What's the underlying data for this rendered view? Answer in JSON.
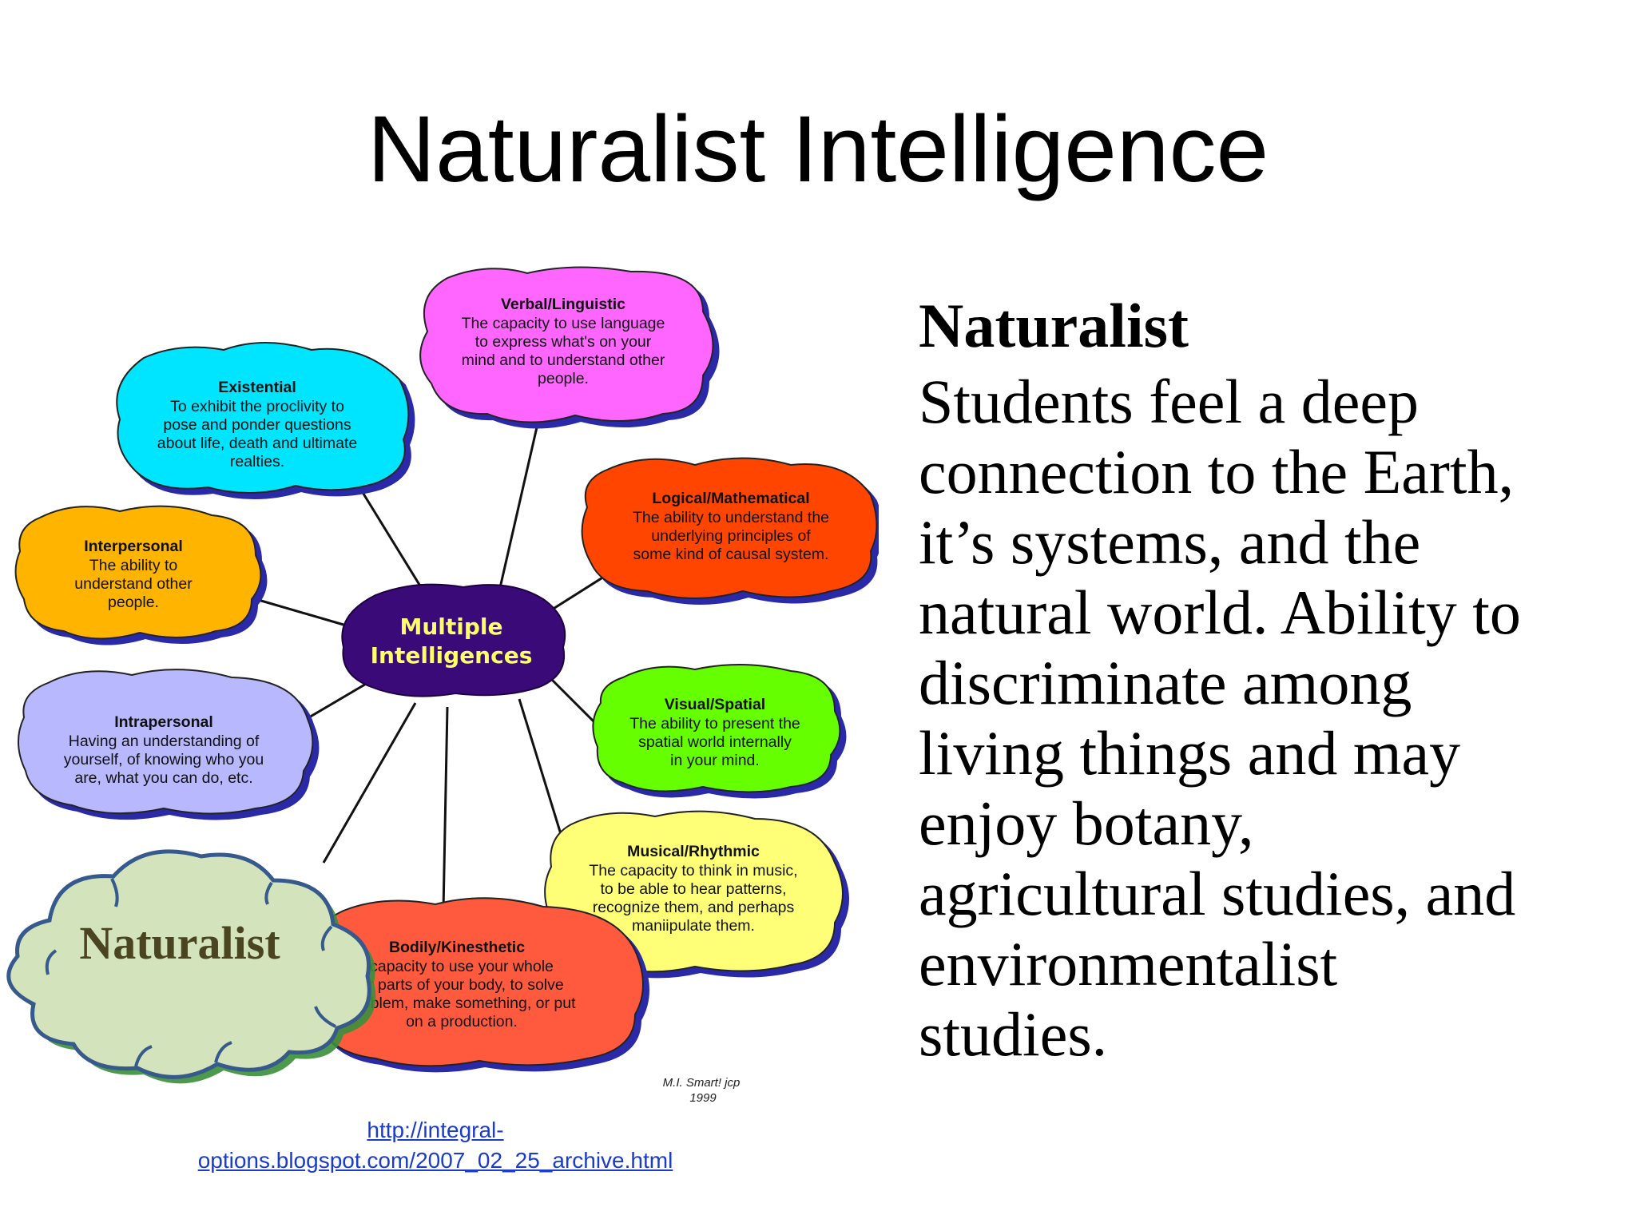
{
  "slide": {
    "title": "Naturalist Intelligence"
  },
  "diagram": {
    "center": {
      "line1": "Multiple",
      "line2": "Intelligences"
    },
    "clouds": {
      "verbal": {
        "title": "Verbal/Linguistic",
        "lines": [
          "The capacity to use language",
          "to express what's on your",
          "mind and to understand other",
          "people."
        ],
        "color": "#ff66ff"
      },
      "existential": {
        "title": "Existential",
        "lines": [
          "To exhibit the proclivity to",
          "pose and ponder questions",
          "about life, death and ultimate",
          "realties."
        ],
        "color": "#00e5ff"
      },
      "logical": {
        "title": "Logical/Mathematical",
        "lines": [
          "The ability to understand the",
          "underlying principles of",
          "some kind of causal system."
        ],
        "color": "#ff4400"
      },
      "interpersonal": {
        "title": "Interpersonal",
        "lines": [
          "The ability to",
          "understand other",
          "people."
        ],
        "color": "#ffb400"
      },
      "visual": {
        "title": "Visual/Spatial",
        "lines": [
          "The ability to present the",
          "spatial world internally",
          "in your mind."
        ],
        "color": "#66ff00"
      },
      "intrapersonal": {
        "title": "Intrapersonal",
        "lines": [
          "Having an understanding of",
          "yourself, of knowing who you",
          "are, what you can do, etc."
        ],
        "color": "#b8b8ff"
      },
      "musical": {
        "title": "Musical/Rhythmic",
        "lines": [
          "The capacity to think in music,",
          "to be able to hear patterns,",
          "recognize them, and perhaps",
          "maniipulate them."
        ],
        "color": "#ffff77"
      },
      "bodily": {
        "title": "Bodily/Kinesthetic",
        "lines": [
          "capacity to use your whole",
          "or parts of your body, to solve",
          "problem, make something, or put",
          "on a production."
        ],
        "color": "#ff5a3c"
      }
    },
    "naturalist_label": "Naturalist",
    "signature": {
      "line1": "M.I. Smart!  jcp",
      "line2": "1999"
    }
  },
  "right": {
    "heading": "Naturalist",
    "body_lines": [
      "Students feel a deep",
      "connection to the Earth,",
      "it’s systems, and the",
      "natural world.  Ability to",
      "discriminate among",
      "living things and may",
      "enjoy botany,",
      "agricultural studies, and",
      "environmentalist",
      "studies."
    ]
  },
  "source": {
    "line1": "http://integral-",
    "line2": "options.blogspot.com/2007_02_25_archive.html"
  }
}
